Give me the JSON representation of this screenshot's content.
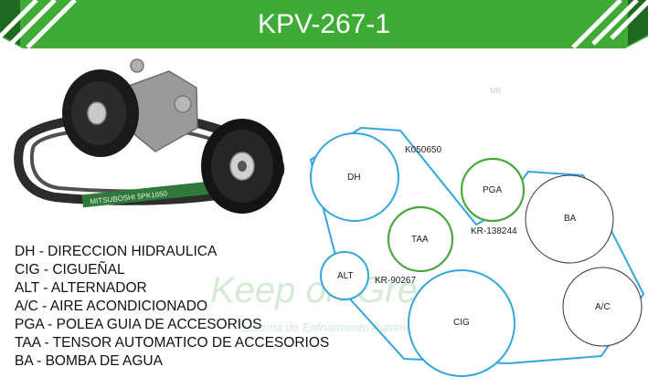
{
  "title": "KPV-267-1",
  "brand_mark": "MR",
  "watermark": {
    "slogan": "Keep on Green",
    "subtitle": "Sistema de Enfriamiento Automotriz"
  },
  "legend": [
    "DH - DIRECCION HIDRAULICA",
    "CIG - CIGUEÑAL",
    "ALT - ALTERNADOR",
    "A/C - AIRE ACONDICIONADO",
    "PGA - POLEA GUIA DE ACCESORIOS",
    "TAA - TENSOR AUTOMATICO DE ACCESORIOS",
    "BA - BOMBA DE AGUA"
  ],
  "pulleys": {
    "dh": "DH",
    "pga": "PGA",
    "ba": "BA",
    "taa": "TAA",
    "alt": "ALT",
    "cig": "CIG",
    "ac": "A/C"
  },
  "part_numbers": {
    "pga": "K050650",
    "taa": "KR-138244",
    "alt": "KR-90267"
  },
  "belt_print": "MITSUBOSHI 5PK1650",
  "colors": {
    "header_green": "#3dab35",
    "header_dark": "#1f6a20",
    "belt_blue": "#33a6dd",
    "idler_green": "#4aa63e"
  }
}
